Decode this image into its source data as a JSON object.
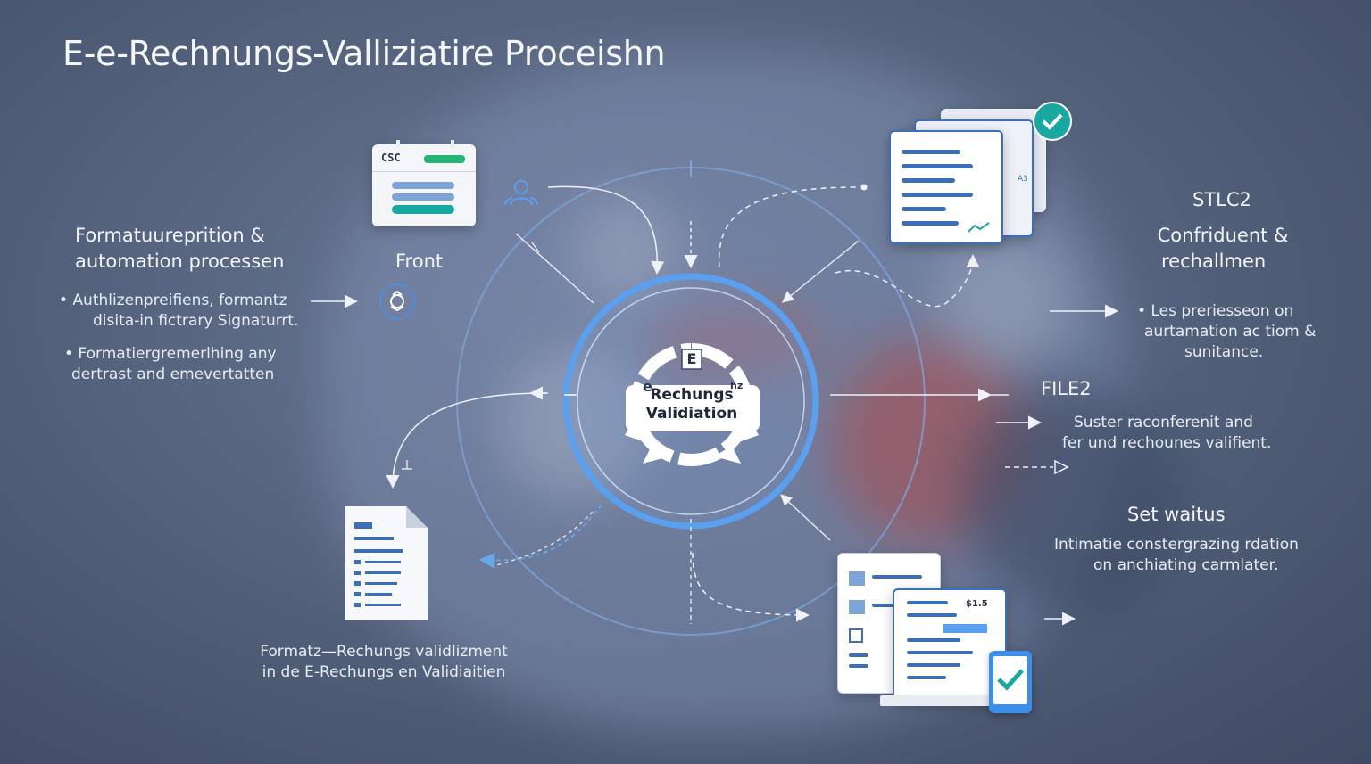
{
  "title": "E-e-Rechnungs-Valliziatire Proceishn",
  "left": {
    "heading_line1": "Formatuureprition &",
    "heading_line2": "automation processen",
    "bullet1_line1": "• Authlizenpreifiens, formantz",
    "bullet1_line2": "disita-in fictrary Signaturrt.",
    "bullet2_line1": "• Formatiergremerlhing any",
    "bullet2_line2": "dertrast and emevertatten"
  },
  "csc_card": {
    "label": "CSC"
  },
  "front_label": "Front",
  "bottom_caption": {
    "line1": "Formatz—Rechungs validlizment",
    "line2": "in de E-Rechungs en Validiaitien"
  },
  "center": {
    "badge_letter": "E",
    "left_letter": "e",
    "right_letter": "hz",
    "label_line1": "Rechungs",
    "label_line2": "Validiation"
  },
  "doc_tag_top": "A3",
  "doc_tag_bottom": "$1.5",
  "right": {
    "stlc_label": "STLC2",
    "conf_line1": "Confriduent &",
    "conf_line2": "rechallmen",
    "bullet_line1": "• Les preriesseon on",
    "bullet_line2": "aurtamation ac tiom &",
    "bullet_line3": "sunitance.",
    "file_label": "FILE2",
    "file_line1": "Suster raconferenit and",
    "file_line2": "fer und rechounes valifient.",
    "status_heading": "Set waitus",
    "status_line1": "Intimatie constergrazing rdation",
    "status_line2": "on anchiating carmlater."
  },
  "colors": {
    "accent_blue": "#4a90e2",
    "teal": "#17a9a0",
    "green": "#22b573",
    "doc_blue": "#3d6fb8",
    "background": "#56647f"
  }
}
